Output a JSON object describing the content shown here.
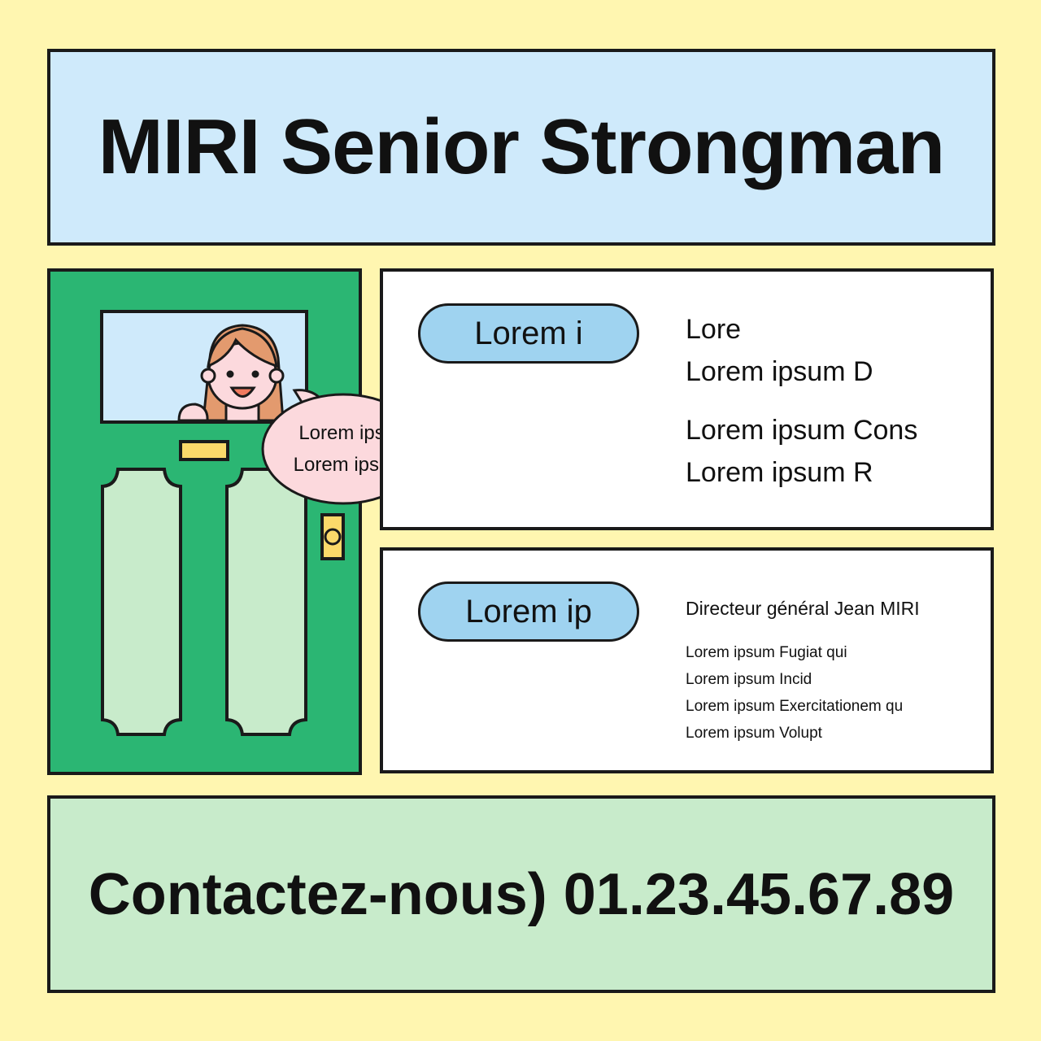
{
  "header": {
    "title": "MIRI Senior Strongman"
  },
  "colors": {
    "background": "#fff6b0",
    "header": "#cfeafb",
    "door": "#2bb673",
    "panel": "#c8ebcb",
    "pill": "#9fd3f0",
    "bubble": "#fcd9dd",
    "brass": "#fbd96a"
  },
  "illustration": {
    "name": "door-with-woman-icon",
    "bubble": [
      "Lorem ips",
      "Lorem ipsu"
    ]
  },
  "section1": {
    "pill": "Lorem i",
    "lines": [
      "Lore",
      "Lorem ipsum D",
      "Lorem ipsum Cons",
      "Lorem ipsum R"
    ]
  },
  "section2": {
    "pill": "Lorem ip",
    "heading": "Directeur général Jean MIRI",
    "lines": [
      "Lorem ipsum Fugiat qui",
      "Lorem ipsum Incid",
      "Lorem ipsum Exercitationem qu",
      "Lorem ipsum Volupt"
    ]
  },
  "footer": {
    "contact": "Contactez-nous) 01.23.45.67.89"
  }
}
